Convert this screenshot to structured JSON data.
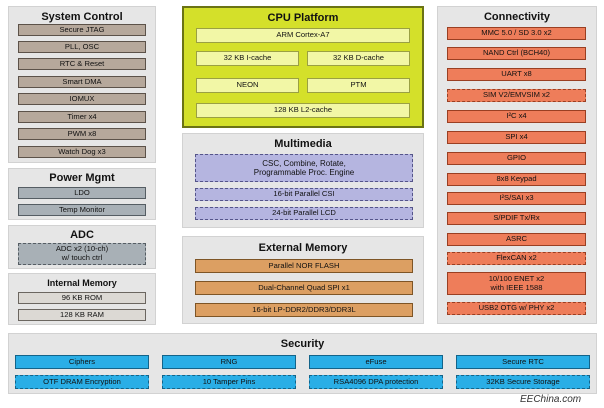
{
  "system_control": {
    "title": "System Control",
    "items": [
      "Secure JTAG",
      "PLL, OSC",
      "RTC & Reset",
      "Smart DMA",
      "IOMUX",
      "Timer x4",
      "PWM x8",
      "Watch Dog x3"
    ]
  },
  "power_mgmt": {
    "title": "Power Mgmt",
    "items": [
      "LDO",
      "Temp Monitor"
    ]
  },
  "adc": {
    "title": "ADC",
    "item": "ADC x2 (10-ch)\nw/ touch ctrl"
  },
  "internal_memory": {
    "title": "Internal Memory",
    "items": [
      "96 KB ROM",
      "128 KB RAM"
    ]
  },
  "cpu_platform": {
    "title": "CPU Platform",
    "core": "ARM Cortex-A7",
    "icache": "32 KB I-cache",
    "dcache": "32 KB D-cache",
    "neon": "NEON",
    "ptm": "PTM",
    "l2cache": "128 KB L2-cache"
  },
  "multimedia": {
    "title": "Multimedia",
    "items": [
      "CSC, Combine, Rotate,\nProgrammable Proc. Engine",
      "16-bit Parallel CSI",
      "24-bit Parallel LCD"
    ]
  },
  "external_memory": {
    "title": "External Memory",
    "items": [
      "Parallel NOR FLASH",
      "Dual-Channel Quad SPI  x1",
      "16-bit LP-DDR2/DDR3/DDR3L"
    ]
  },
  "connectivity": {
    "title": "Connectivity",
    "items": [
      "MMC 5.0 / SD 3.0 x2",
      "NAND Ctrl (BCH40)",
      "UART x8",
      "SIM V2/EMVSIM x2",
      "I²C x4",
      "SPI  x4",
      "GPIO",
      "8x8 Keypad",
      "I²S/SAI x3",
      "S/PDIF Tx/Rx",
      "ASRC",
      "FlexCAN x2",
      "10/100 ENET x2\nwith IEEE 1588",
      "USB2 OTG w/ PHY x2"
    ]
  },
  "security": {
    "title": "Security",
    "row1": [
      "Ciphers",
      "RNG",
      "eFuse",
      "Secure RTC"
    ],
    "row2": [
      "OTF DRAM Encryption",
      "10 Tamper Pins",
      "RSA4096 DPA protection",
      "32KB Secure Storage"
    ]
  },
  "watermark": "EEChina.com"
}
